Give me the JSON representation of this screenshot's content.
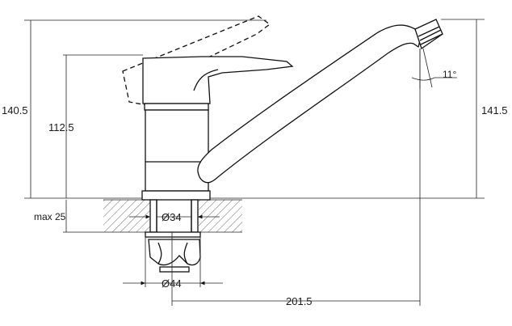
{
  "dimensions": {
    "total_height_left": "140.5",
    "handle_height": "112.5",
    "max_counter_thickness": "max 25",
    "shank_diameter": "Ø34",
    "nut_diameter": "Ø44",
    "spout_reach": "201.5",
    "total_height_right": "141.5",
    "spout_angle": "11°"
  },
  "colors": {
    "line": "#111111",
    "background": "#ffffff"
  }
}
